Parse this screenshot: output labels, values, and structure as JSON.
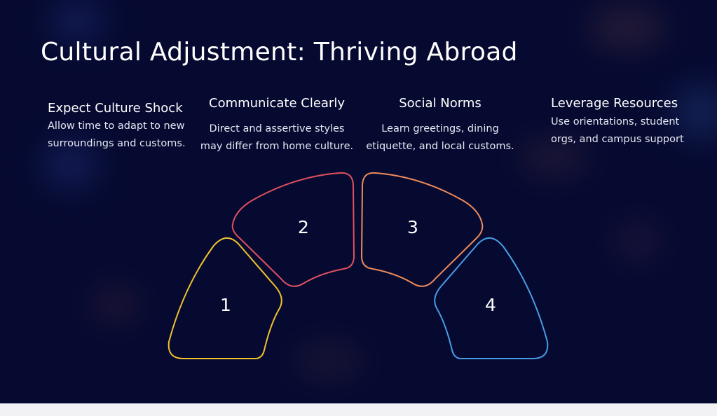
{
  "title": "Cultural Adjustment: Thriving Abroad",
  "steps": [
    {
      "number": "1",
      "title": "Expect Culture Shock",
      "description": "Allow time to adapt to new surroundings and customs.",
      "color": "#f2c12e"
    },
    {
      "number": "2",
      "title": "Communicate Clearly",
      "description": "Direct and assertive styles may differ from home culture.",
      "color": "#e0505f"
    },
    {
      "number": "3",
      "title": "Social Norms",
      "description": "Learn greetings, dining etiquette, and local customs.",
      "color": "#ee8a5a"
    },
    {
      "number": "4",
      "title": "Leverage Resources",
      "description": "Use orientations, student orgs, and campus support",
      "color": "#4a9be6"
    }
  ],
  "colors": {
    "background": "#060a31",
    "text": "#ffffff"
  }
}
